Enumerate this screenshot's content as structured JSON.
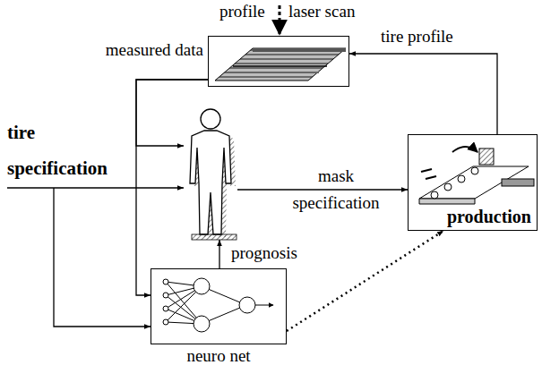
{
  "diagram": {
    "nodes": [
      {
        "text": [
          "measured data"
        ]
      },
      {
        "text": [
          "tire specification"
        ]
      },
      {
        "text": []
      },
      {
        "text": [
          "production"
        ]
      },
      {
        "text": [
          "neuro net"
        ]
      }
    ],
    "edges": [
      {
        "from": 3,
        "to": 0,
        "arrow": "to",
        "label": "tire profile"
      },
      {
        "from": 0,
        "to": 2,
        "arrow": "to"
      },
      {
        "from": 0,
        "to": 4,
        "arrow": "to"
      },
      {
        "from": 1,
        "to": 2,
        "arrow": "to"
      },
      {
        "from": 1,
        "to": 4,
        "arrow": "to"
      },
      {
        "from": 4,
        "to": 2,
        "arrow": "to",
        "label": "prognosis"
      },
      {
        "from": 2,
        "to": 3,
        "arrow": "to",
        "label": "mask specification"
      },
      {
        "from": 4,
        "to": 3,
        "arrow": "to"
      }
    ],
    "labels": [
      "profile",
      "laser scan"
    ]
  }
}
